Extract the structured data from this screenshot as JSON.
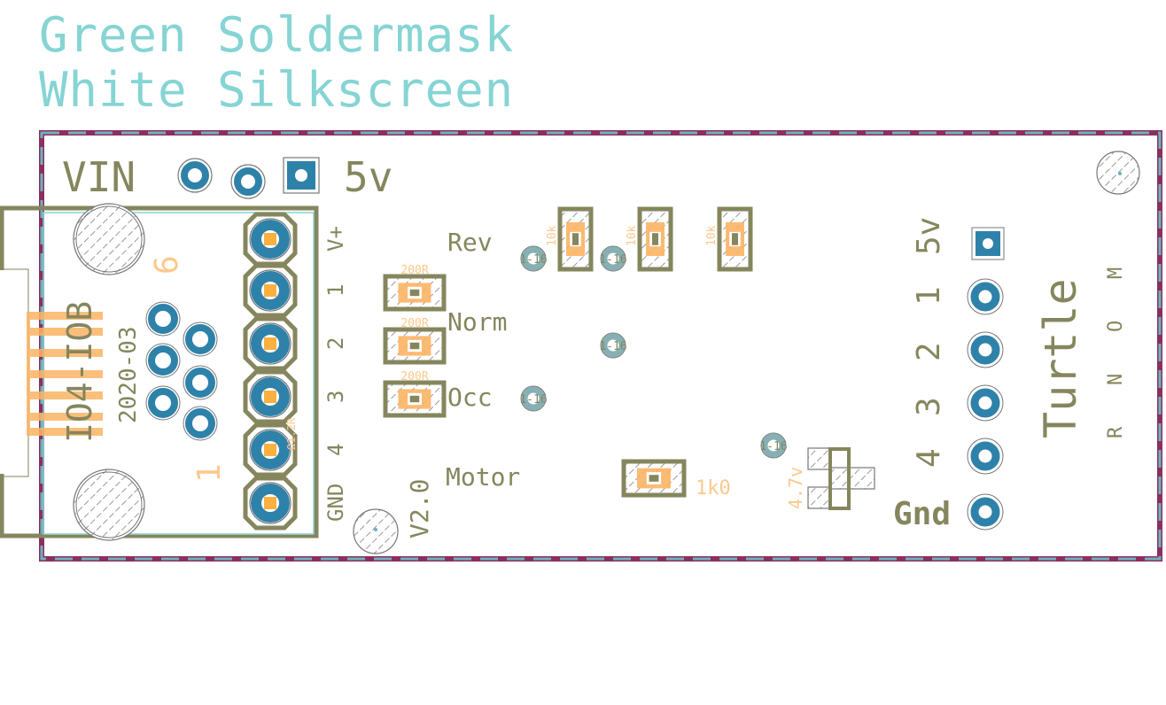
{
  "header": {
    "line1": "Green Soldermask",
    "line2": "White Silkscreen"
  },
  "board": {
    "power_labels": {
      "vin": "VIN",
      "five_v": "5v"
    },
    "connector": {
      "part_label": "IO4-IOB",
      "date_label": "2020-03",
      "pin_high_label": "6",
      "pin_low_label": "1",
      "pin_labels": [
        "V+",
        "1",
        "2",
        "3",
        "4",
        "GND"
      ],
      "tiny_label": "Ω1.2R"
    },
    "resistors": {
      "led_values": [
        "200R",
        "200R",
        "200R"
      ],
      "pullup_values": [
        "10k",
        "10k",
        "10k"
      ],
      "motor_value": "1k0"
    },
    "signal_labels": [
      "Rev",
      "Norm",
      "Occ",
      "Motor"
    ],
    "via_label": "1-16",
    "zener_label": "4.7v",
    "version": "V2.0",
    "right_header": {
      "labels": [
        "5v",
        "1",
        "2",
        "3",
        "4"
      ],
      "gnd_label": "Gnd",
      "name": "Turtle",
      "letters": [
        "M",
        "O",
        "N",
        "R"
      ]
    }
  },
  "colors": {
    "silk": "#86865e",
    "copper": "#2e82aa",
    "pad": "#fcb464",
    "outline": "#8b2f5e",
    "mask": "#6fb0bf",
    "title": "#86d4d4"
  }
}
